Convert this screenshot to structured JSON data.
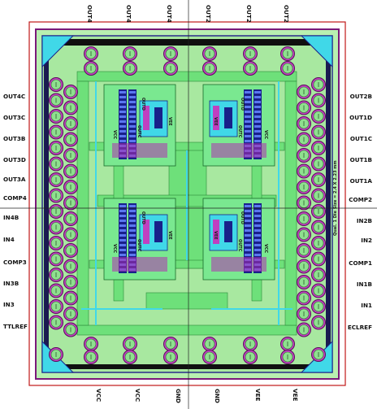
{
  "left_pins": [
    "OUT4C",
    "OUT3C",
    "OUT3B",
    "OUT3D",
    "OUT3A",
    "COMP4",
    "IN4B",
    "IN4",
    "COMP3",
    "IN3B",
    "IN3",
    "TTLREF"
  ],
  "right_pins": [
    "OUT2B",
    "OUT1D",
    "OUT1C",
    "OUT1B",
    "OUT1A",
    "COMP2",
    "IN2B",
    "IN2",
    "COMP1",
    "IN1B",
    "IN1",
    "ECLREF"
  ],
  "top_pins": [
    "OUT4",
    "OUT4",
    "OUT4",
    "OUT2",
    "OUT2",
    "OUT2"
  ],
  "bottom_pins": [
    "VCC",
    "VCC",
    "GND",
    "GND",
    "VEE",
    "VEE"
  ],
  "block_labels": {
    "out_d": "OUTD",
    "out_c": "OUTC",
    "vcc": "VCC",
    "vee": "VEE"
  },
  "chip_marking": "Qual. 1 Die Size = 2.4 X 2.23 mm",
  "colors": {
    "substrate": "#a8e8a0",
    "metal_green": "#6ee07a",
    "pad_magenta": "#c040c0",
    "pad_core": "#8fe08f",
    "dark_blue": "#18208a",
    "cyan": "#40d8e8",
    "frame": "#c01818"
  }
}
